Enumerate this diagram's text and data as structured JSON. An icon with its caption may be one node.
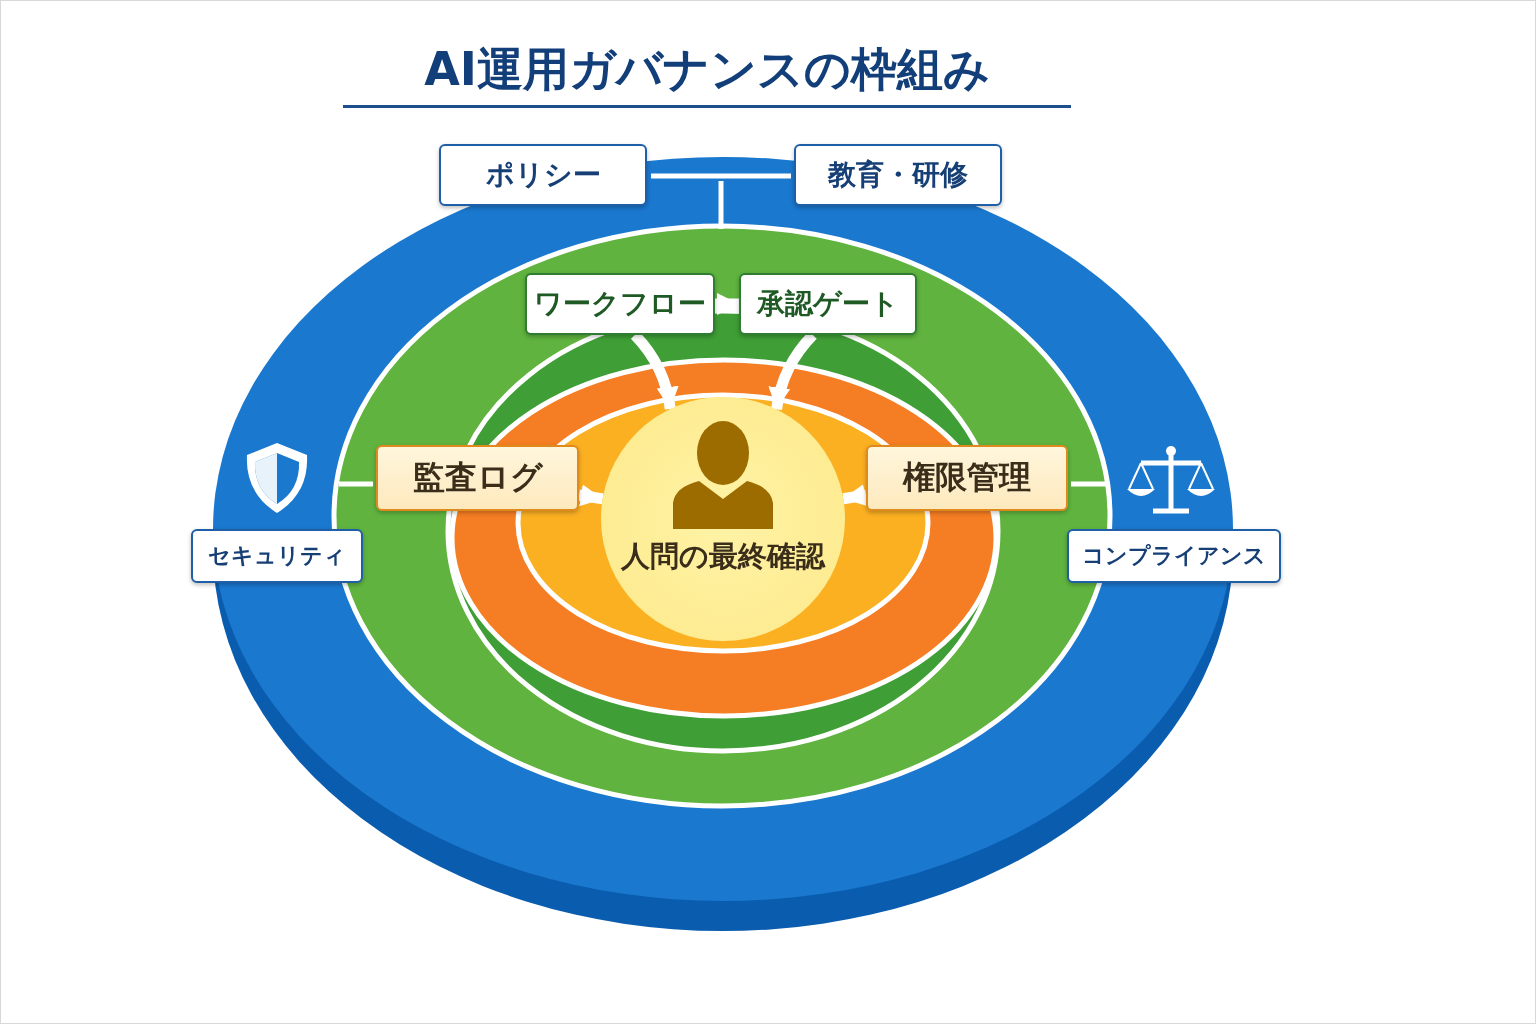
{
  "diagram": {
    "title": "AI運用ガバナンスの枠組み",
    "nodes": [
      {
        "text": [
          "ポリシー"
        ]
      },
      {
        "text": [
          "教育・研修"
        ]
      },
      {
        "text": [
          "ワークフロー"
        ]
      },
      {
        "text": [
          "承認ゲート"
        ]
      },
      {
        "text": [
          "セキュリティ"
        ]
      },
      {
        "text": [
          "コンプライアンス"
        ]
      },
      {
        "text": [
          "監査ログ"
        ]
      },
      {
        "text": [
          "権限管理"
        ]
      },
      {
        "text": [
          "人問の最終確認"
        ]
      }
    ],
    "edges": [
      {
        "from": 2,
        "to": 3,
        "arrow": "to"
      },
      {
        "from": 2,
        "to": 8,
        "arrow": "to"
      },
      {
        "from": 3,
        "to": 8,
        "arrow": "to"
      },
      {
        "from": 6,
        "to": 8,
        "arrow": "to"
      },
      {
        "from": 7,
        "to": 8,
        "arrow": "to"
      }
    ]
  }
}
